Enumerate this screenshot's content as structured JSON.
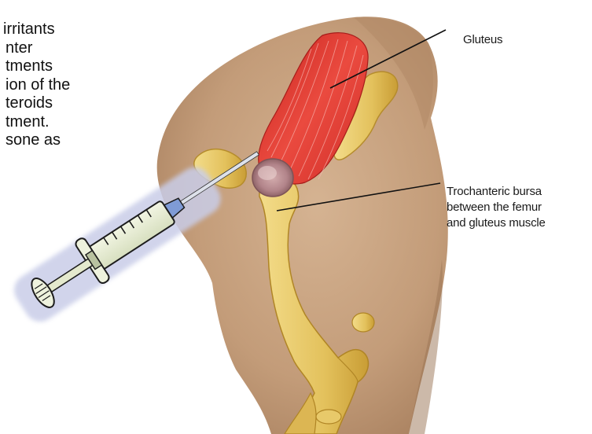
{
  "slide_text": {
    "lines": [
      "irritants",
      "nter",
      "tments",
      "ion of the",
      "teroids",
      "tment.",
      "sone as"
    ]
  },
  "labels": {
    "gluteus": "Gluteus",
    "bursa_lines": [
      "Trochanteric bursa",
      "between the femur",
      "and gluteus muscle"
    ]
  },
  "colors": {
    "background": "#ffffff",
    "skin": "#c8a382",
    "skin_shadow": "#a9805f",
    "muscle": "#e23c35",
    "bone": "#e7c766",
    "bone_shadow": "#c79e38",
    "bursa": "#b98a8c",
    "syringe_barrel": "#e6eccf",
    "syringe_outline": "#1c1c1c",
    "syringe_glow": "#c9cde8",
    "needle": "#d9dde6"
  }
}
